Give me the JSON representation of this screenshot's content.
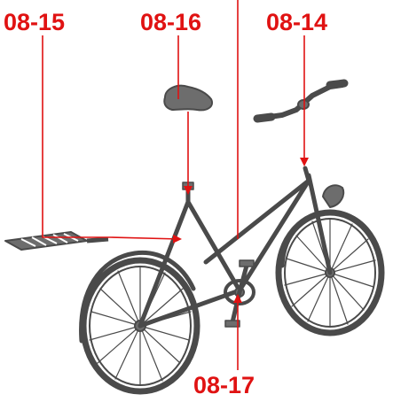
{
  "colors": {
    "callout": "#e01212",
    "part_stroke": "#4a4a4a",
    "part_fill": "#6d6d6d",
    "background": "#ffffff"
  },
  "callouts": [
    {
      "id": "08-15",
      "label": "08-15",
      "part": "rear luggage rack"
    },
    {
      "id": "08-16",
      "label": "08-16",
      "part": "saddle"
    },
    {
      "id": "08-14",
      "label": "08-14",
      "part": "handlebar"
    },
    {
      "id": "08-17",
      "label": "08-17",
      "part": "pedal crank"
    }
  ]
}
